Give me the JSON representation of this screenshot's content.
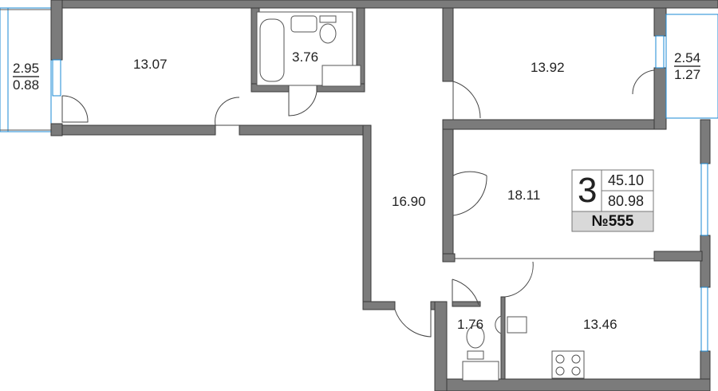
{
  "rooms": {
    "room_left": "13.07",
    "bathroom": "3.76",
    "room_top_right": "13.92",
    "hall": "16.90",
    "room_middle": "18.11",
    "wc": "1.76",
    "kitchen": "13.46"
  },
  "balcony_left": {
    "area": "2.95",
    "reduced": "0.88"
  },
  "balcony_right": {
    "area": "2.54",
    "reduced": "1.27"
  },
  "info": {
    "rooms_count": "3",
    "living_area": "45.10",
    "total_area": "80.98",
    "apartment_number": "№555"
  },
  "colors": {
    "wall": "#7b7b7b",
    "window": "#1a8ad4",
    "badge": "#d9d9d9"
  }
}
